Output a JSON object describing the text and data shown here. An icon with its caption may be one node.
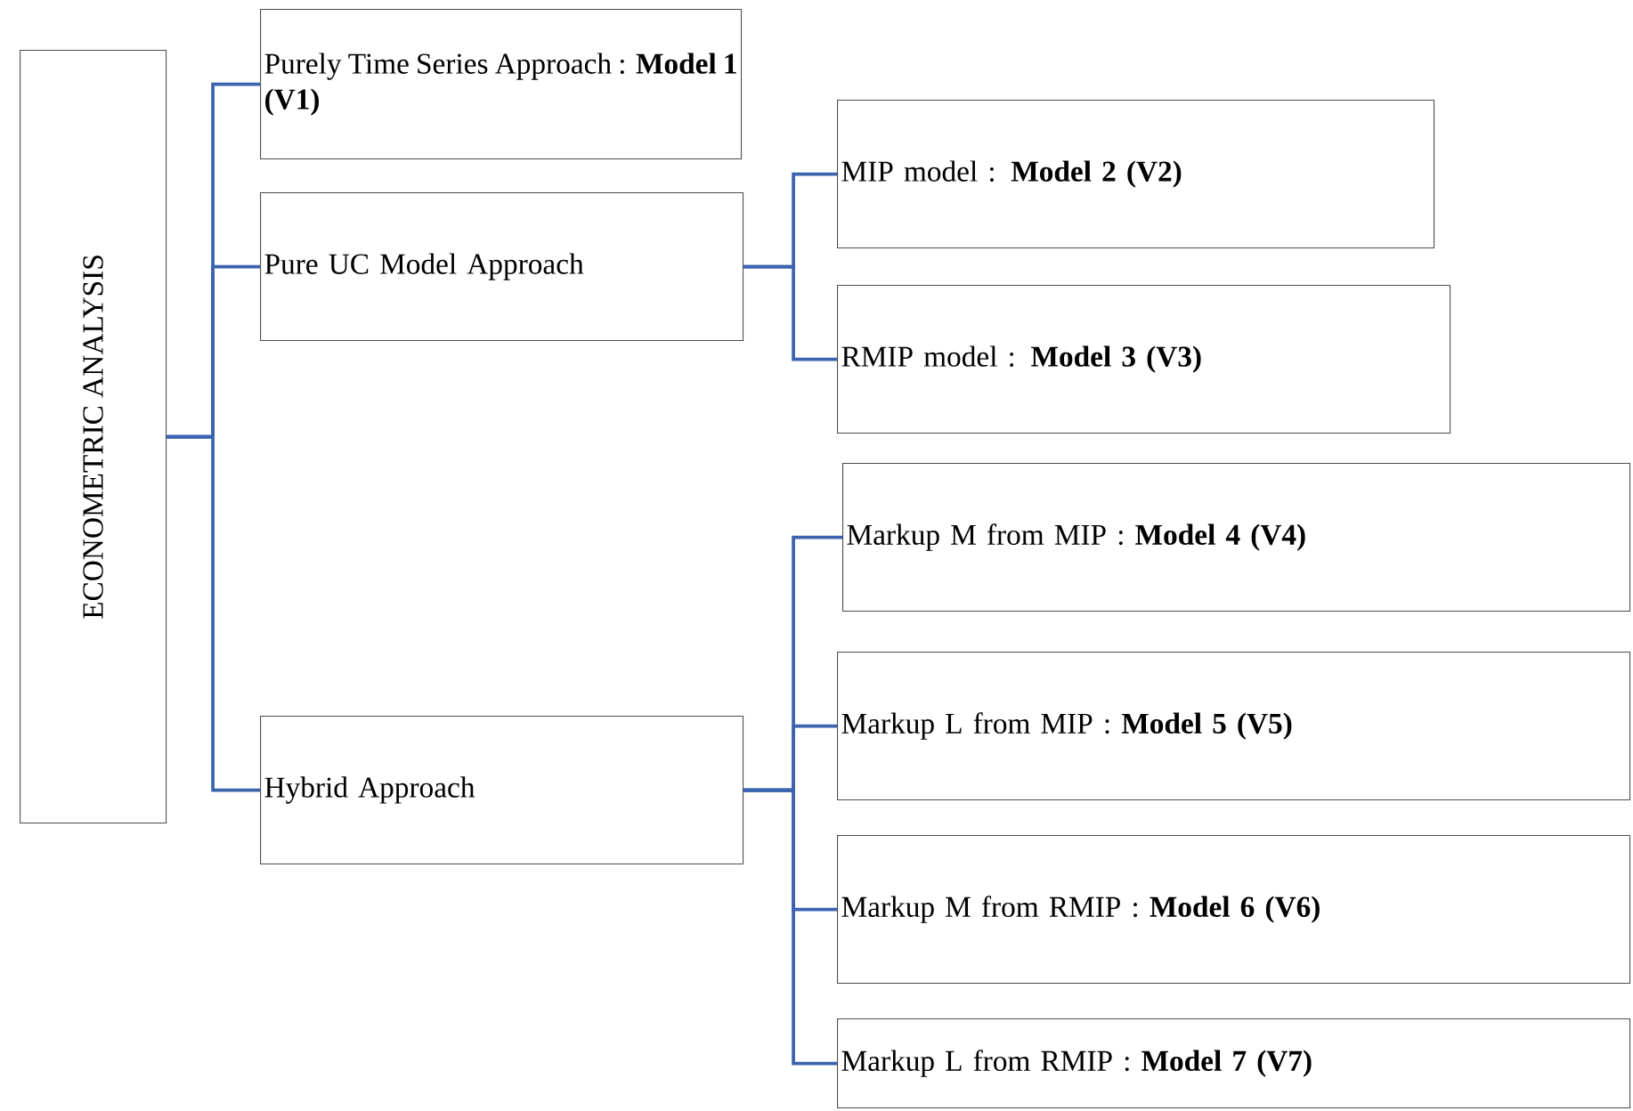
{
  "diagram": {
    "nodes": [
      {
        "text": [
          "ECONOMETRIC ANALYSIS"
        ]
      },
      {
        "text": [
          "Purely Time Series Approach : **Model 1 (V1)**"
        ]
      },
      {
        "text": [
          "Pure UC Model Approach"
        ]
      },
      {
        "text": [
          "MIP model : **Model 2 (V2)**"
        ]
      },
      {
        "text": [
          "RMIP model : **Model 3 (V3)**"
        ]
      },
      {
        "text": [
          "Hybrid Approach"
        ]
      },
      {
        "text": [
          "Markup M from MIP : **Model 4 (V4)**"
        ]
      },
      {
        "text": [
          "Markup L from MIP : **Model 5 (V5)**"
        ]
      },
      {
        "text": [
          "Markup M from RMIP : **Model 6 (V6)**"
        ]
      },
      {
        "text": [
          "Markup L from RMIP : **Model 7 (V7)**"
        ]
      }
    ],
    "edges": [
      {
        "from": 0,
        "to": 1,
        "arrow": "none"
      },
      {
        "from": 0,
        "to": 2,
        "arrow": "none"
      },
      {
        "from": 0,
        "to": 5,
        "arrow": "none"
      },
      {
        "from": 2,
        "to": 3,
        "arrow": "none"
      },
      {
        "from": 2,
        "to": 4,
        "arrow": "none"
      },
      {
        "from": 5,
        "to": 6,
        "arrow": "none"
      },
      {
        "from": 5,
        "to": 7,
        "arrow": "none"
      },
      {
        "from": 5,
        "to": 8,
        "arrow": "none"
      },
      {
        "from": 5,
        "to": 9,
        "arrow": "none"
      }
    ]
  }
}
